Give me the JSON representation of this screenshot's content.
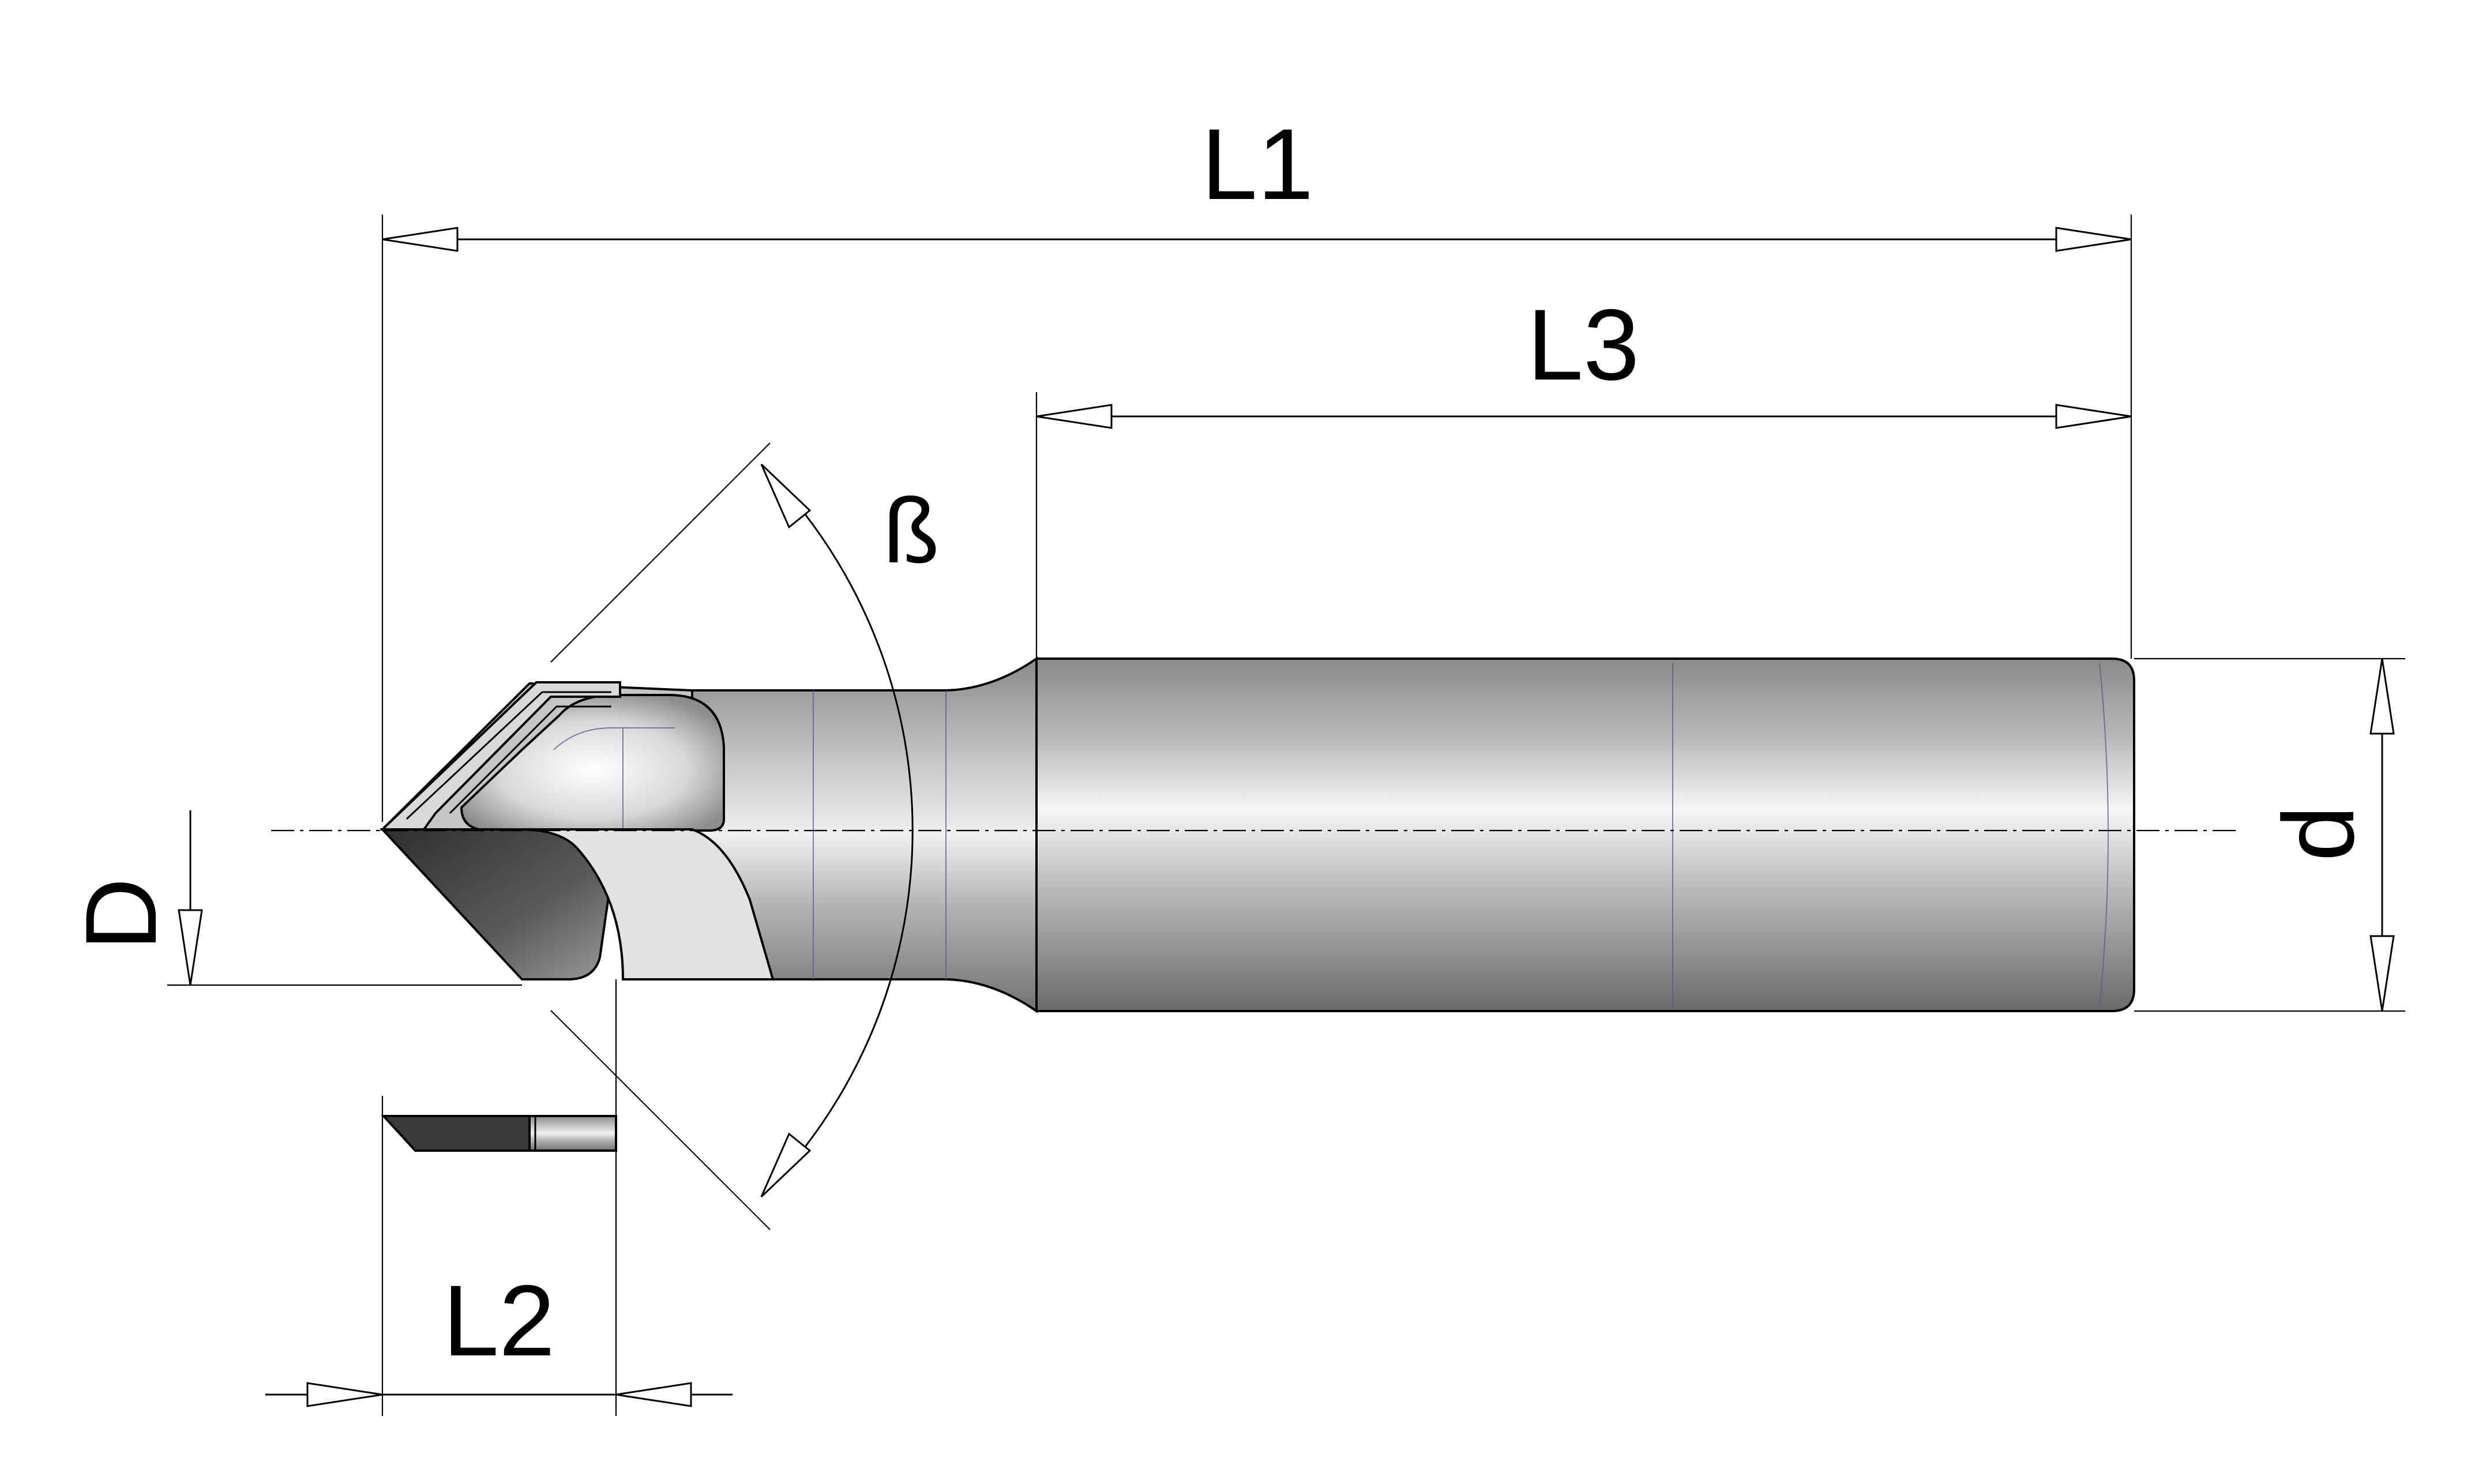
{
  "labels": {
    "L1": "L1",
    "L3": "L3",
    "L2": "L2",
    "beta": "ß",
    "D": "D",
    "d": "d"
  },
  "colors": {
    "line": "#000000",
    "background": "#ffffff",
    "body_light": "#f4f4f4",
    "body_mid": "#bdbdbd",
    "body_dark": "#6f6f6f",
    "insert_dark": "#3a3a3a",
    "insert_light": "#e2e2e2"
  }
}
